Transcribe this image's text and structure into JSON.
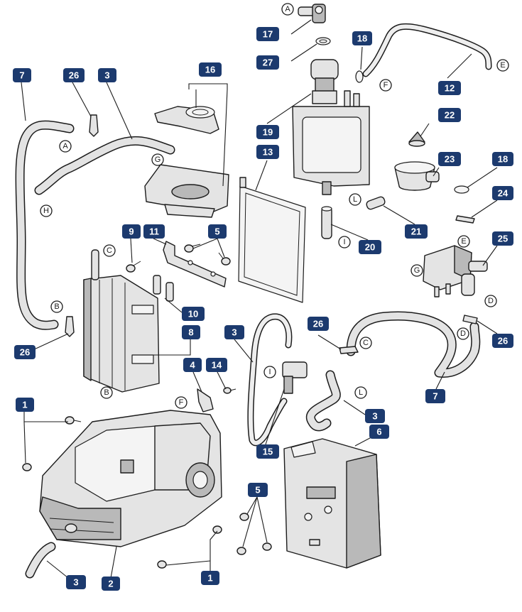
{
  "callouts": {
    "c1a": "1",
    "c1b": "1",
    "c2": "2",
    "c3a": "3",
    "c3b": "3",
    "c3c": "3",
    "c3d": "3",
    "c4": "4",
    "c5a": "5",
    "c5b": "5",
    "c6": "6",
    "c7a": "7",
    "c7b": "7",
    "c8": "8",
    "c9": "9",
    "c10": "10",
    "c11": "11",
    "c12": "12",
    "c13": "13",
    "c14": "14",
    "c15": "15",
    "c16": "16",
    "c17": "17",
    "c18a": "18",
    "c18b": "18",
    "c19": "19",
    "c20": "20",
    "c21": "21",
    "c22": "22",
    "c23": "23",
    "c24": "24",
    "c25": "25",
    "c26a": "26",
    "c26b": "26",
    "c26c": "26",
    "c26d": "26",
    "c27": "27"
  },
  "connectors": {
    "A1": "A",
    "A2": "A",
    "B1": "B",
    "B2": "B",
    "C1": "C",
    "C2": "C",
    "D1": "D",
    "D2": "D",
    "E1": "E",
    "E2": "E",
    "F1": "F",
    "F2": "F",
    "G1": "G",
    "G2": "G",
    "H1": "H",
    "I1": "I",
    "I2": "I",
    "L1": "L",
    "L2": "L"
  },
  "colors": {
    "badge": "#1c3a6e",
    "line": "#1c1c1c",
    "part_fill": "#e4e4e4"
  }
}
